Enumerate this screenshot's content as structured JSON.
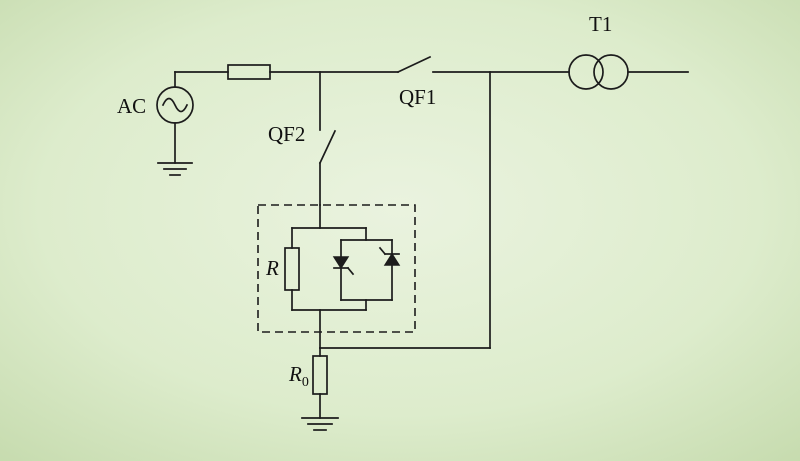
{
  "diagram": {
    "type": "electrical-schematic",
    "labels": {
      "source": "AC",
      "breaker_main": "QF1",
      "breaker_branch": "QF2",
      "transformer": "T1",
      "damping_resistor": "R",
      "ground_resistor_base": "R",
      "ground_resistor_sub": "0"
    },
    "colors": {
      "background_center": "#eaf3df",
      "background_edge": "#c6dbae",
      "line": "#1c1c1c"
    }
  }
}
